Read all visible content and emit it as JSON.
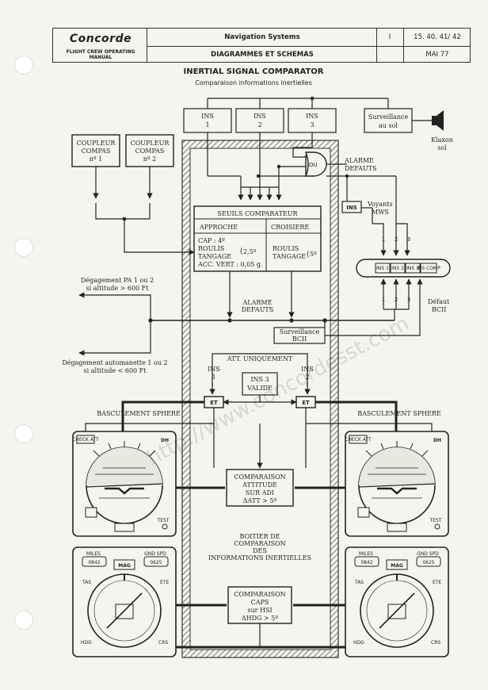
{
  "header": {
    "brand": "Concorde",
    "manual": "FLIGHT CREW OPERATING MANUAL",
    "section": "Navigation Systems",
    "subsection": "DIAGRAMMES ET SCHEMAS",
    "volume": "I",
    "page_ref": "15. 40. 41/ 42",
    "date": "MAI 77"
  },
  "title": "INERTIAL SIGNAL COMPARATOR",
  "subtitle": "Comparaison informations inertielles",
  "ins": [
    "INS\n1",
    "INS\n2",
    "INS\n3"
  ],
  "ins_short": "INS",
  "ins_labels": [
    "INS",
    "INS",
    "INS"
  ],
  "ins_nums": [
    "1",
    "2",
    "3"
  ],
  "surveillance_sol": [
    "Surveillance",
    "au sol"
  ],
  "klaxon": [
    "Klaxon",
    "sol"
  ],
  "coupleur1": [
    "COUPLEUR",
    "COMPAS",
    "nº 1"
  ],
  "coupleur2": [
    "COUPLEUR",
    "COMPAS",
    "nº 2"
  ],
  "ou": "OU",
  "alarme_defauts_top": [
    "ALARME",
    "DEFAUTS"
  ],
  "voyants": [
    "Voyants",
    "MWS"
  ],
  "seuils": {
    "title": "SEUILS COMPARATEUR",
    "approche": "APPROCHE",
    "croisiere": "CROISIERE",
    "approche_lines": [
      "CAP   :  4º",
      "ROULIS",
      "TANGAGE",
      "ACC. VERT : 0,05 g."
    ],
    "approche_val": "2,5º",
    "croisiere_lines": [
      "ROULIS",
      "TANGAGE"
    ],
    "croisiere_val": "5º"
  },
  "panel_labels": [
    "INS 1",
    "INS 2",
    "INS 3",
    "INS COMP"
  ],
  "panel_nums": [
    "1",
    "2",
    "3"
  ],
  "defaut_bcii": [
    "Défaut",
    "BCII"
  ],
  "degagement_pa": [
    "Dégagement PA 1 ou 2",
    "si altitude > 600 Ft"
  ],
  "degagement_auto": [
    "Dégagement automanette 1 ou 2",
    "si altitude < 600 Ft"
  ],
  "alarme_defauts_mid": [
    "ALARME",
    "DEFAUTS"
  ],
  "surveillance_bcii": [
    "Surveillance",
    "BCII"
  ],
  "att_uniquement": "ATT. UNIQUEMENT",
  "ins1_att": [
    "INS",
    "1"
  ],
  "ins2_att": [
    "INS",
    "2"
  ],
  "ins3_valide": [
    "INS 3",
    "VALIDE"
  ],
  "et": "ET",
  "basculement": "BASCULEMENT SPHERE",
  "comp_att": [
    "COMPARAISON",
    "ATTITUDE",
    "SUR ADI",
    "ΔATT > 5º"
  ],
  "boitier": [
    "BOITIER DE",
    "COMPARAISON",
    "DES",
    "INFORMATIONS INERTIELLES"
  ],
  "comp_caps": [
    "COMPARAISON",
    "CAPS",
    "sur HSI",
    "ΔHDG > 5º"
  ],
  "adi": {
    "check": "CHECK ATT",
    "dh": "DH",
    "test": "TEST"
  },
  "hsi": {
    "miles": "MILES",
    "gnd": "GND SPD",
    "mag": "MAG",
    "left_val": "0842",
    "right_val": "0625",
    "tas": "TAS",
    "ete": "ETE",
    "hdg": "HDG",
    "crs": "CRS"
  },
  "watermark": "http://www.concordesst.com"
}
